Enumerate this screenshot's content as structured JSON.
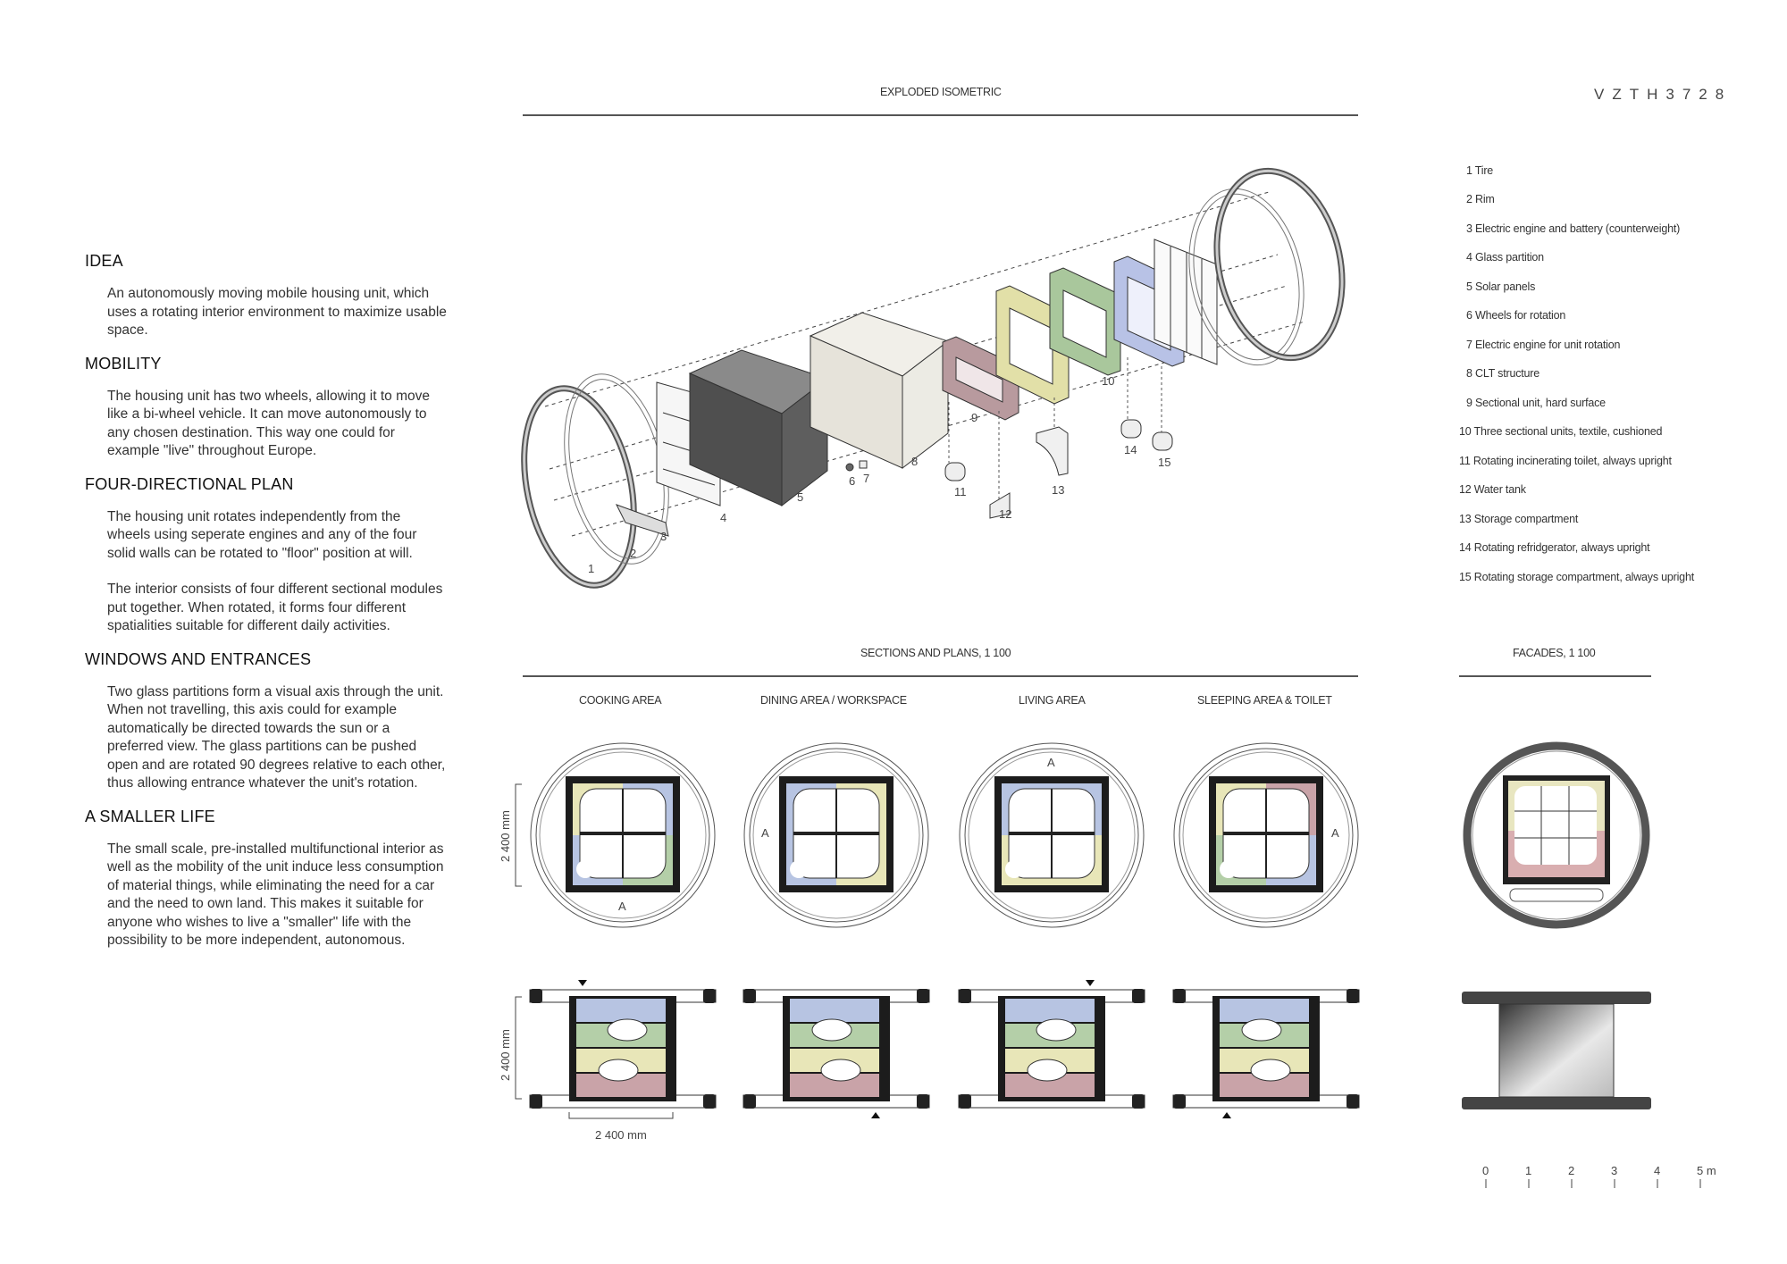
{
  "project_code": "VZTH3728",
  "exploded": {
    "title": "EXPLODED ISOMETRIC"
  },
  "sections": {
    "title": "SECTIONS AND PLANS, 1 100",
    "areas": [
      "COOKING AREA",
      "DINING AREA / WORKSPACE",
      "LIVING AREA",
      "SLEEPING AREA & TOILET"
    ],
    "dimension_width": "2 400 mm",
    "dimension_height": "2 400 mm",
    "section_marker": "A"
  },
  "facades": {
    "title": "FACADES, 1 100"
  },
  "scale_bar": {
    "ticks": [
      "0",
      "1",
      "2",
      "3",
      "4",
      "5 m"
    ]
  },
  "text": [
    {
      "heading": "IDEA",
      "paragraphs": [
        "An autonomously moving mobile housing unit, which uses a rotating interior environment to maximize usable space."
      ]
    },
    {
      "heading": "MOBILITY",
      "paragraphs": [
        "The housing unit has two wheels, allowing it to move like a bi-wheel vehicle. It can move autonomously to any chosen destination. This way one could for example \"live\" throughout Europe."
      ]
    },
    {
      "heading": "FOUR-DIRECTIONAL PLAN",
      "paragraphs": [
        "The housing unit rotates independently from the wheels using seperate engines and any of the four solid walls can be rotated to \"floor\" position at will.",
        "The interior consists of four different sectional modules put together. When rotated, it forms four different spatialities suitable for different daily activities."
      ]
    },
    {
      "heading": "WINDOWS AND ENTRANCES",
      "paragraphs": [
        "Two glass partitions form a visual axis through the unit. When not travelling, this axis could for example automatically be directed towards the sun or a preferred view. The glass partitions can be pushed open and are rotated 90 degrees relative to each other, thus allowing entrance whatever the unit's rotation."
      ]
    },
    {
      "heading": "A SMALLER LIFE",
      "paragraphs": [
        "The small scale, pre-installed multifunctional interior as well as the mobility of the unit induce less consumption of material things, while eliminating the need for a car and the need to own land. This makes it suitable for anyone who wishes to live a \"smaller\" life with the possibility to be more independent, autonomous."
      ]
    }
  ],
  "legend": [
    "1 Tire",
    "2 Rim",
    "3 Electric engine and battery (counterweight)",
    "4 Glass partition",
    "5 Solar panels",
    "6 Wheels for rotation",
    "7 Electric engine for unit rotation",
    "8 CLT structure",
    "9 Sectional unit, hard surface",
    "10 Three sectional units, textile, cushioned",
    "11 Rotating incinerating toilet, always upright",
    "12 Water tank",
    "13 Storage compartment",
    "14 Rotating refridgerator, always upright",
    "15 Rotating storage compartment, always upright"
  ],
  "callouts": [
    "1",
    "2",
    "3",
    "4",
    "5",
    "6",
    "7",
    "8",
    "9",
    "10",
    "11",
    "12",
    "13",
    "14",
    "15"
  ],
  "colors": {
    "pink": "#c9a3a8",
    "yellow": "#e8e6b8",
    "green": "#b4cfa8",
    "blue": "#b7c4e2",
    "dark_panel": "#5a5a5a",
    "clt": "#e9e6df"
  }
}
